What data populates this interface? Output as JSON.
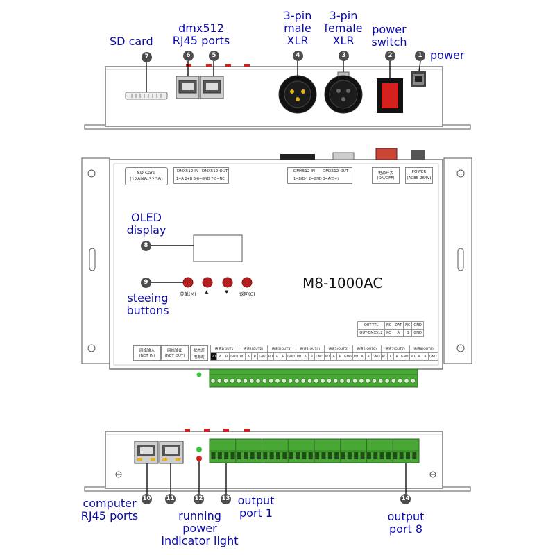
{
  "callouts": {
    "power": "power",
    "power_switch_1": "power",
    "power_switch_2": "switch",
    "xlr_female_1": "3-pin",
    "xlr_female_2": "female",
    "xlr_female_3": "XLR",
    "xlr_male_1": "3-pin",
    "xlr_male_2": "male",
    "xlr_male_3": "XLR",
    "dmx_rj45_1": "dmx512",
    "dmx_rj45_2": "RJ45 ports",
    "sd_card": "SD card",
    "oled_1": "OLED",
    "oled_2": "display",
    "buttons_1": "steeing",
    "buttons_2": "buttons",
    "computer_rj45_1": "computer",
    "computer_rj45_2": "RJ45 ports",
    "indicator_1": "running",
    "indicator_2": "power",
    "indicator_3": "indicator light",
    "out1_1": "output",
    "out1_2": "port 1",
    "out8_1": "output",
    "out8_2": "port 8"
  },
  "numbers": [
    "1",
    "2",
    "3",
    "4",
    "5",
    "6",
    "7",
    "8",
    "9",
    "10",
    "11",
    "12",
    "13",
    "14"
  ],
  "panel": {
    "sd_title": "SD Card",
    "sd_sub": "(128MB-32GB)",
    "dmx_in_left": "DMX512-IN",
    "dmx_out_left": "DMX512-OUT",
    "dmx_pins_left": "1+A  2+B  3-6=GND  7-8=NC",
    "dmx_in_right": "DMX512-IN",
    "dmx_out_right": "DMX512-OUT",
    "dmx_pins_right": "1=B(D-)    2=GND    3=A(D+)",
    "switch_cn": "电源开关",
    "switch_en": "(ON/OFF)",
    "power_title": "POWER",
    "power_sub": "(AC85-264V)",
    "model": "M8-1000AC",
    "btn_menu": "菜单(M)",
    "btn_up": "▲",
    "btn_down": "▼",
    "btn_back": "返回(C)",
    "net_in_cn": "网络输入",
    "net_in_en": "(NET IN)",
    "net_out_cn": "网络输出",
    "net_out_en": "(NET OUT)",
    "status_light": "状态灯",
    "power_light": "电源灯",
    "out_ttl": "OUT-TTL",
    "out_dmx": "OUT-DMX512",
    "ttl_cols": [
      "NC",
      "DAT",
      "NC",
      "GND"
    ],
    "dmx_cols": [
      "PO",
      "A",
      "B",
      "GND"
    ],
    "channels": [
      "通道1(OUT1)",
      "通道2(OUT2)",
      "通道3(OUT3)",
      "通道4(OUT4)",
      "通道5(OUT5)",
      "通道6(OUT6)",
      "通道7(OUT7)",
      "通道8(OUT8)"
    ],
    "pins": [
      "PO",
      "A",
      "B",
      "GND"
    ]
  }
}
